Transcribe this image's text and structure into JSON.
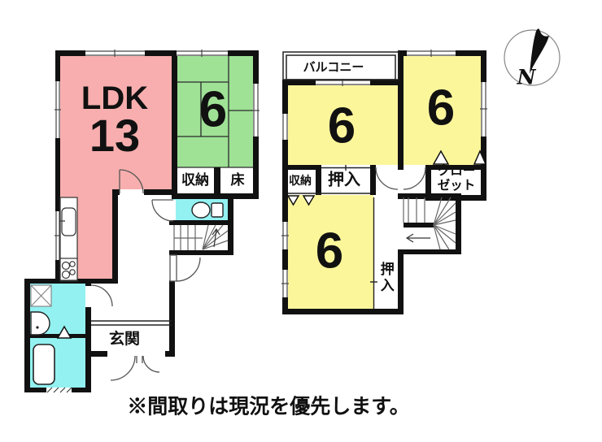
{
  "first_floor": {
    "ldk_label": "LDK",
    "ldk_size": "13",
    "tatami_room_size": "6",
    "storage_label": "収納",
    "tokonoma_label": "床",
    "entrance_label": "玄関"
  },
  "second_floor": {
    "balcony_label": "バルコニー",
    "room_nw_size": "6",
    "room_ne_size": "6",
    "room_s_size": "6",
    "storage_label": "収納",
    "oshiire_label": "押入",
    "closet_label": "クローゼット",
    "oshiire_south_label": "押入"
  },
  "compass": {
    "north_label": "N"
  },
  "caption": "※間取りは現況を優先します。",
  "colors": {
    "ldk": "#F8AEAE",
    "tatami_room": "#9FE296",
    "western_room": "#FCF69B",
    "wet_area": "#93F1F1",
    "wall": "#111111"
  }
}
